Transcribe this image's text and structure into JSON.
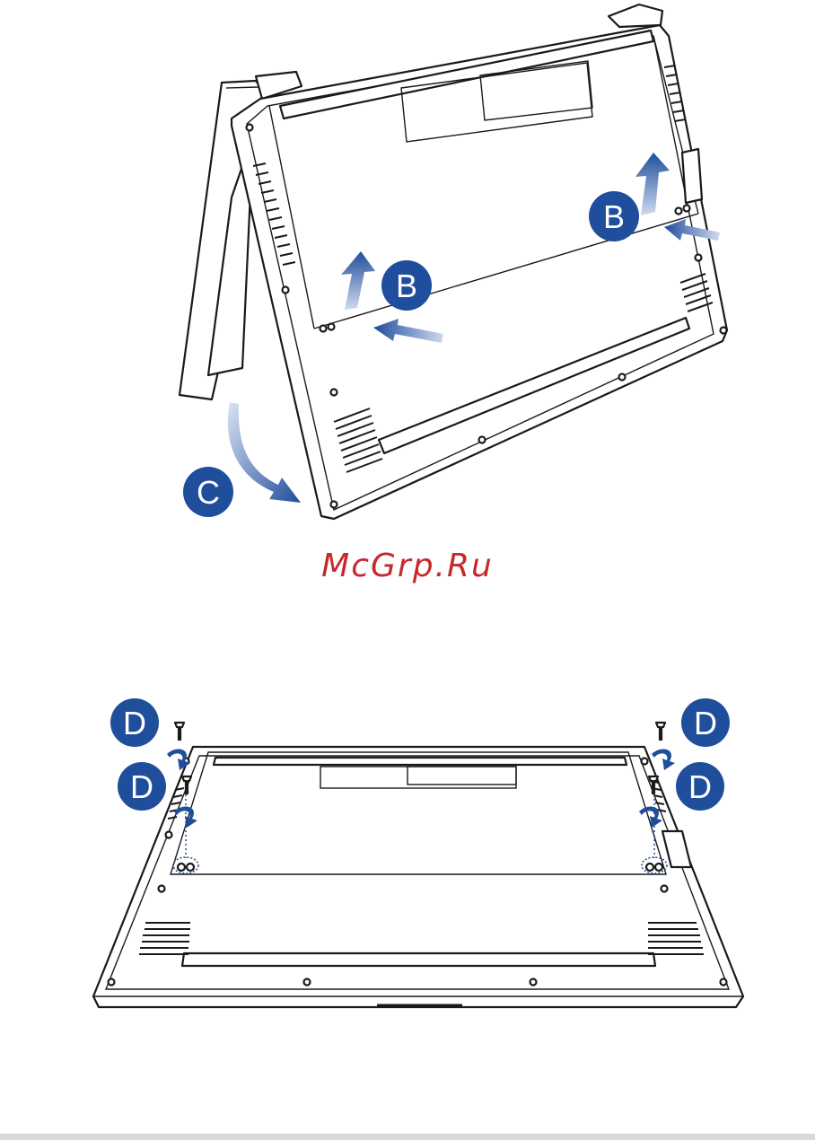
{
  "watermark": {
    "text": "McGrp.Ru",
    "color": "#c8282d"
  },
  "colors": {
    "callout": "#1f4e9c",
    "arrow": "#1f4e9c",
    "line": "#1a1a1a"
  },
  "callouts": {
    "b_left": "B",
    "b_right": "B",
    "c": "C",
    "d_top_left": "D",
    "d_mid_left": "D",
    "d_top_right": "D",
    "d_mid_right": "D"
  },
  "icons": [
    "arrow-up-icon",
    "arrow-right-icon",
    "curved-arrow-icon",
    "screw-icon",
    "rotate-arrow-icon"
  ]
}
